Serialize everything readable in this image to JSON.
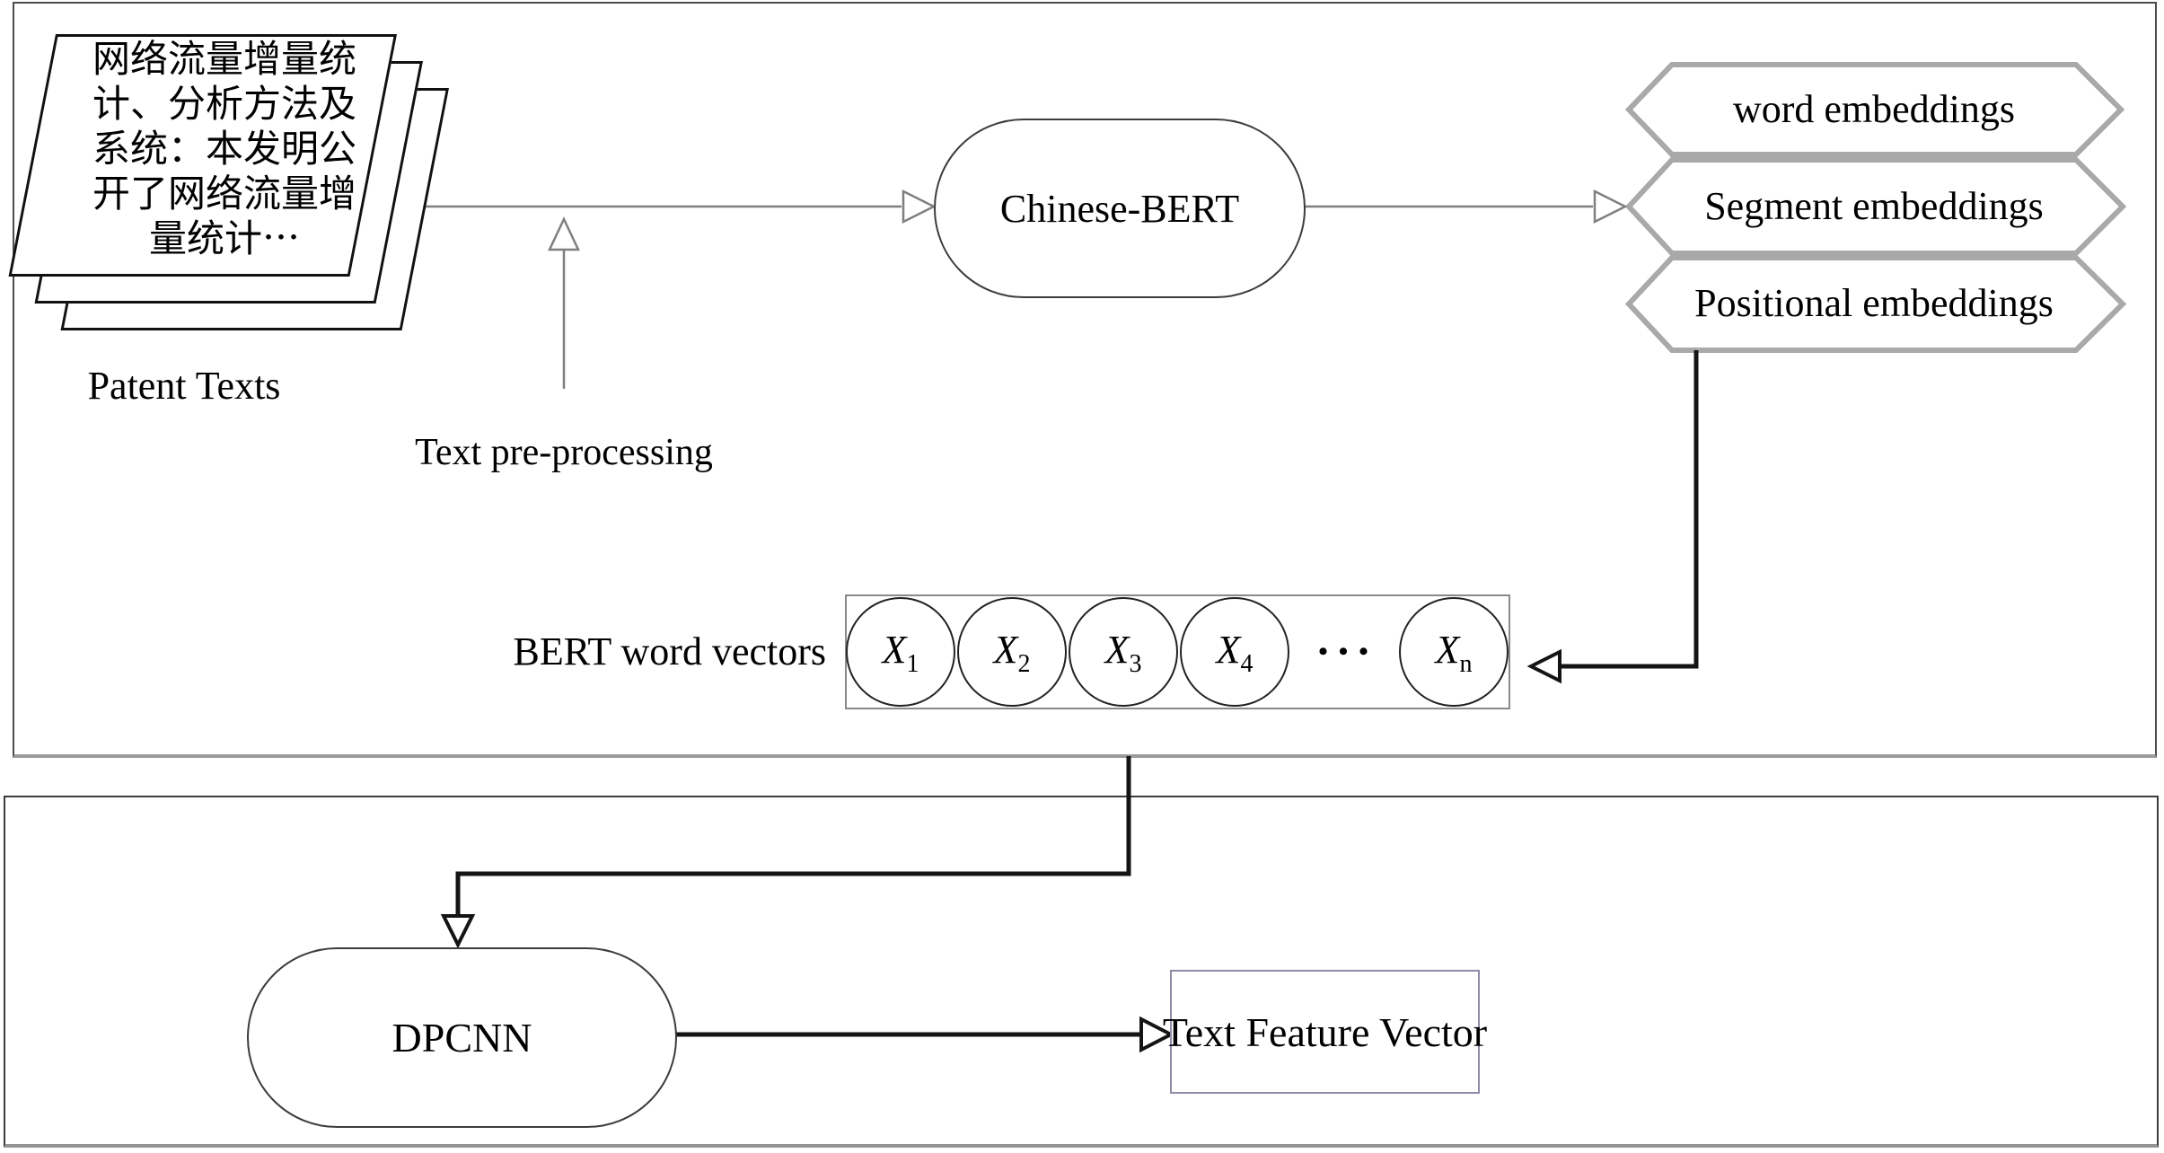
{
  "patent_stack": {
    "doc_lines": [
      "网络流量增量统",
      "计、分析方法及",
      "系统：本发明公",
      "开了网络流量增",
      "量统计⋯"
    ],
    "caption": "Patent Texts"
  },
  "preprocessing": {
    "label": "Text pre-processing"
  },
  "bert": {
    "label": "Chinese-BERT"
  },
  "embeddings": {
    "items": [
      {
        "label": "word embeddings"
      },
      {
        "label": "Segment embeddings"
      },
      {
        "label": "Positional embeddings"
      }
    ]
  },
  "word_vectors": {
    "label": "BERT word vectors",
    "items": [
      {
        "x": "X",
        "sub": "1"
      },
      {
        "x": "X",
        "sub": "2"
      },
      {
        "x": "X",
        "sub": "3"
      },
      {
        "x": "X",
        "sub": "4"
      },
      {
        "x": "X",
        "sub": "n"
      }
    ],
    "ellipsis": "•••"
  },
  "dpcnn": {
    "label": "DPCNN"
  },
  "output": {
    "label": "Text Feature Vector"
  },
  "palette": {
    "connector_gray": "#7f7f7f",
    "connector_black": "#141414",
    "hexagon_border": "#a9a9a9",
    "output_box_border": "#8d8da8",
    "outer_box_border": "#4c4c4c"
  }
}
